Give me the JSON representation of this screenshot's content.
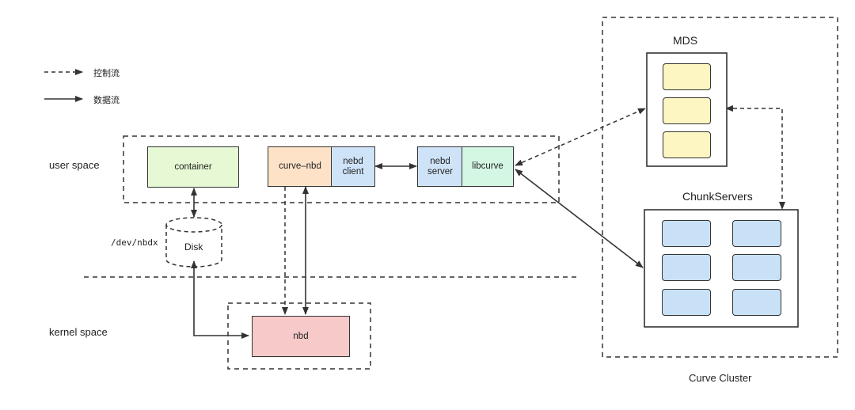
{
  "legend": {
    "control_flow": "控制流",
    "data_flow": "数据流"
  },
  "labels": {
    "user_space": "user space",
    "kernel_space": "kernel space",
    "dev_nbdx": "/dev/nbdx",
    "disk": "Disk",
    "mds": "MDS",
    "chunkservers": "ChunkServers",
    "curve_cluster": "Curve Cluster"
  },
  "boxes": {
    "container": "container",
    "curve_nbd": "curve–nbd",
    "nebd_client_1": "nebd",
    "nebd_client_2": "client",
    "nebd_server_1": "nebd",
    "nebd_server_2": "server",
    "libcurve": "libcurve",
    "nbd": "nbd"
  },
  "colors": {
    "container": "#e6f9d4",
    "curve_nbd": "#fde2c8",
    "nebd": "#cfe3f8",
    "libcurve": "#d4f7e4",
    "nbd": "#f7c9c9",
    "mds_chip": "#fdf6c2",
    "chunk_chip": "#c9e1f7",
    "line": "#333333"
  }
}
